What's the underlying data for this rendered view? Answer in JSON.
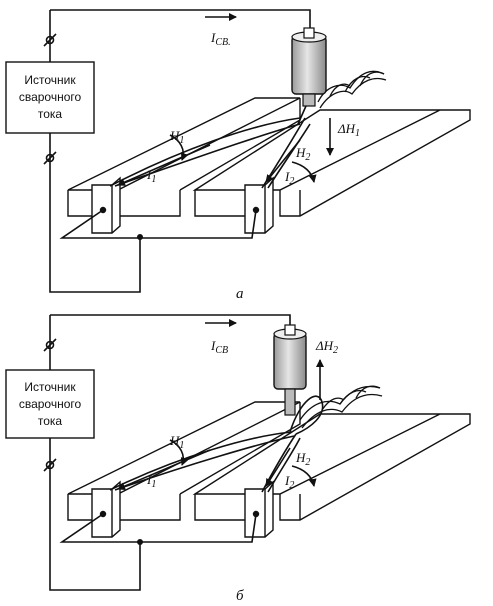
{
  "panel_a": {
    "source_box": [
      "Источник",
      "сварочного",
      "тока"
    ],
    "current_main": "I",
    "current_main_sub": "СВ.",
    "field_1": "H",
    "field_1_sub": "1",
    "field_2": "H",
    "field_2_sub": "2",
    "current_1": "I",
    "current_1_sub": "1",
    "current_2": "I",
    "current_2_sub": "2",
    "delta": "ΔH",
    "delta_sub": "1",
    "caption": "а"
  },
  "panel_b": {
    "source_box": [
      "Источник",
      "сварочного",
      "тока"
    ],
    "current_main": "I",
    "current_main_sub": "СВ",
    "field_1": "H",
    "field_1_sub": "1",
    "field_2": "H",
    "field_2_sub": "2",
    "current_1": "I",
    "current_1_sub": "1",
    "current_2": "I",
    "current_2_sub": "2",
    "delta": "ΔH",
    "delta_sub": "2",
    "caption": "б"
  },
  "colors": {
    "line": "#111111",
    "electrode_light": "#dddddd",
    "electrode_mid": "#999999"
  }
}
